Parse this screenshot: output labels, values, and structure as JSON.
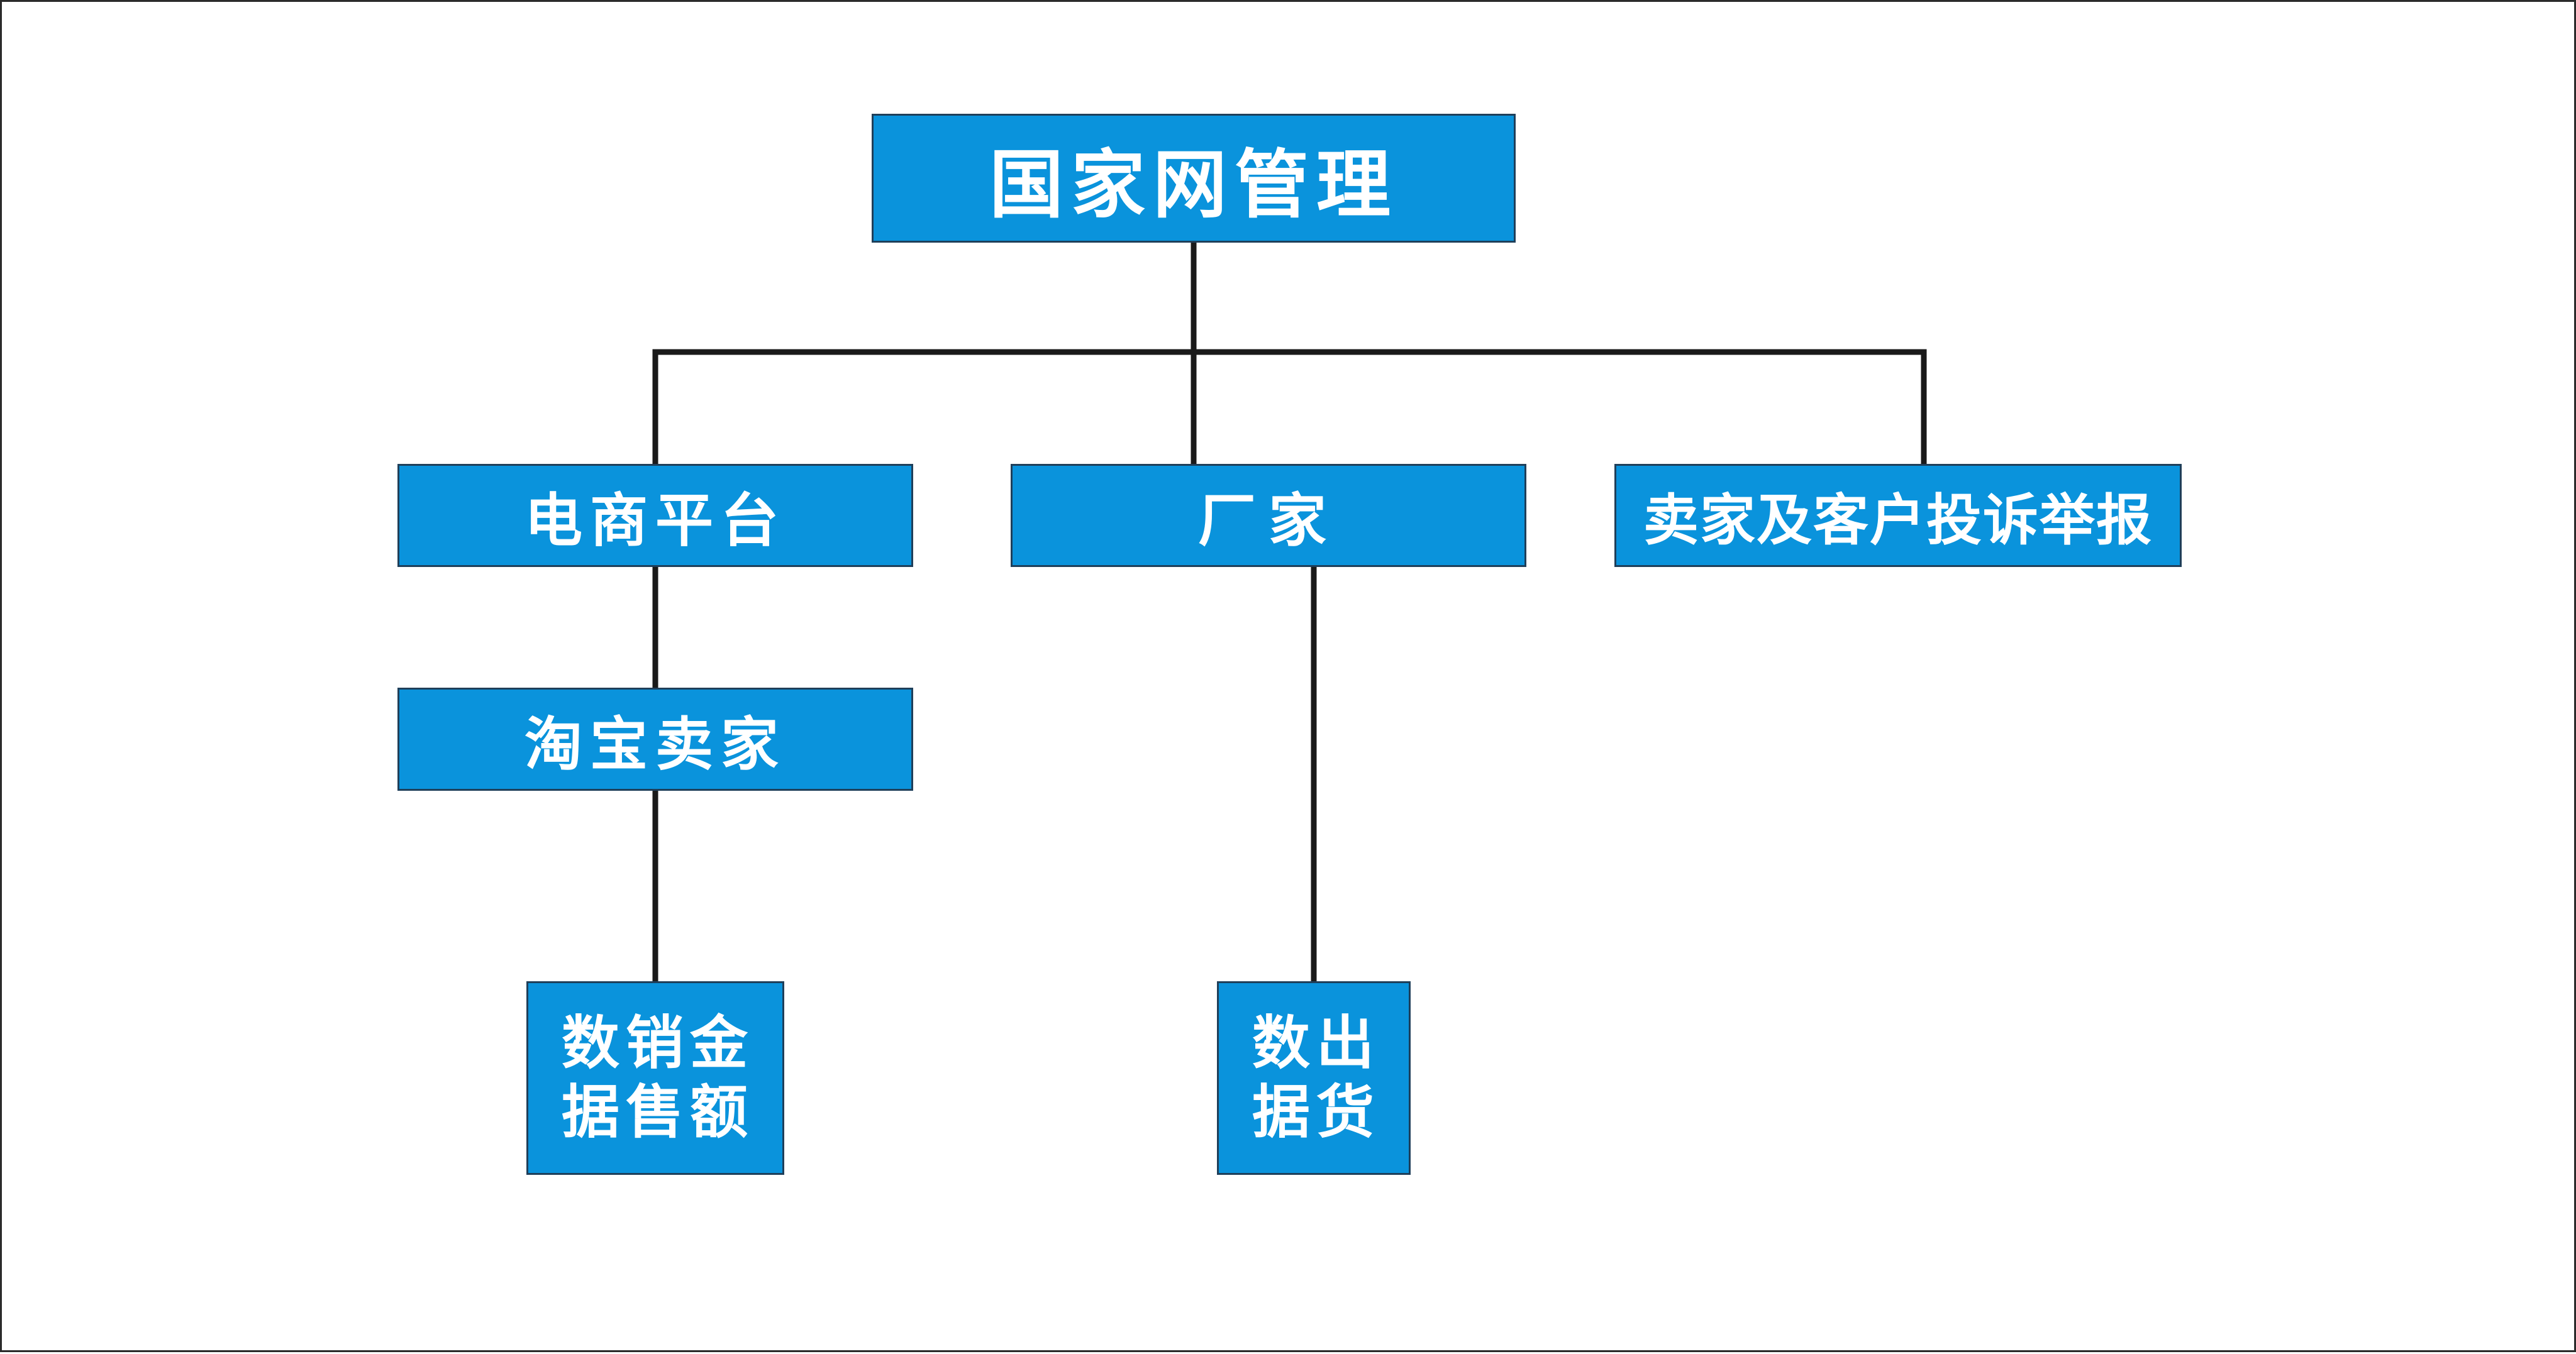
{
  "diagram": {
    "nodes": {
      "root": {
        "label": "国家网管理"
      },
      "ecommerce": {
        "label": "电商平台"
      },
      "manufacturer": {
        "label": "厂家"
      },
      "complaints": {
        "label": "卖家及客户投诉举报"
      },
      "taobao": {
        "label": "淘宝卖家"
      },
      "sales_data": {
        "line1": "数销金",
        "line2": "据售额"
      },
      "shipment_data": {
        "line1": "数出",
        "line2": "据货"
      }
    },
    "edges": [
      {
        "from": "国家网管理",
        "to": "电商平台"
      },
      {
        "from": "国家网管理",
        "to": "厂家"
      },
      {
        "from": "国家网管理",
        "to": "卖家及客户投诉举报"
      },
      {
        "from": "电商平台",
        "to": "淘宝卖家"
      },
      {
        "from": "淘宝卖家",
        "to": "数销金据售额"
      },
      {
        "from": "厂家",
        "to": "数出据货"
      }
    ],
    "colors": {
      "node_fill": "#0a93dc",
      "node_border": "#1f3f5a",
      "node_text": "#ffffff",
      "connector": "#1a1a1a",
      "background": "#ffffff"
    }
  }
}
